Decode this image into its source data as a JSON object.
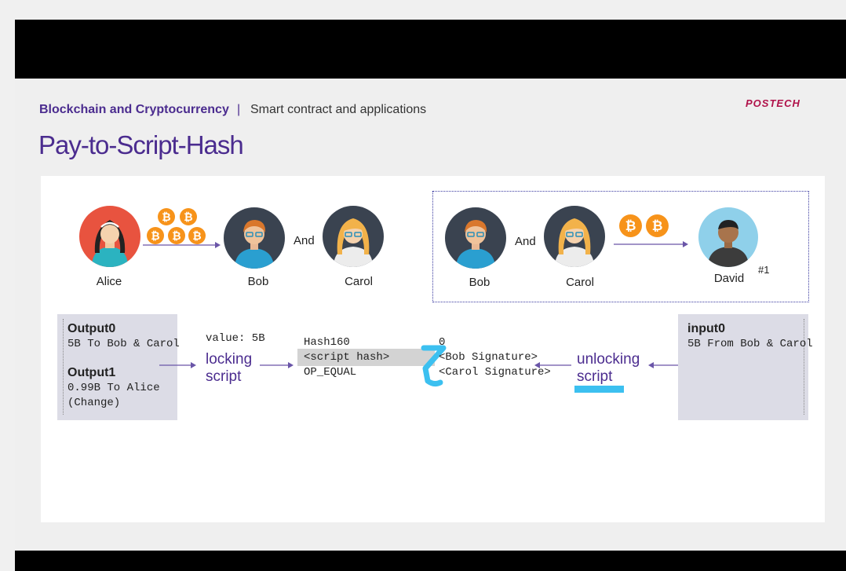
{
  "header": {
    "course": "Blockchain and Cryptocurrency",
    "separator": "|",
    "subject": "Smart contract and applications",
    "logo": "POSTECH",
    "title": "Pay-to-Script-Hash"
  },
  "colors": {
    "accent_purple": "#4b2c8f",
    "logo_red": "#b0124a",
    "bitcoin_orange": "#f7931a",
    "highlight_blue": "#3cc0f0",
    "box_gray": "#dcdce6"
  },
  "scene_left": {
    "alice": "Alice",
    "bob": "Bob",
    "and": "And",
    "carol": "Carol",
    "coin_symbol": "₿"
  },
  "scene_right": {
    "bob": "Bob",
    "and": "And",
    "carol": "Carol",
    "david": "David",
    "note": "#1"
  },
  "outputs": {
    "output0_title": "Output0",
    "output0_text": "5B To Bob & Carol",
    "output1_title": "Output1",
    "output1_line1": "0.99B To Alice",
    "output1_line2": "(Change)"
  },
  "locking": {
    "value": "value: 5B",
    "label_line1": "locking",
    "label_line2": "script",
    "ops": [
      "Hash160",
      "<script hash>",
      "OP_EQUAL"
    ]
  },
  "unlocking": {
    "ops": [
      "0",
      "<Bob Signature>",
      "<Carol Signature>"
    ],
    "label_line1": "unlocking",
    "label_line2": "script"
  },
  "input": {
    "title": "input0",
    "text": "5B From Bob & Carol"
  }
}
